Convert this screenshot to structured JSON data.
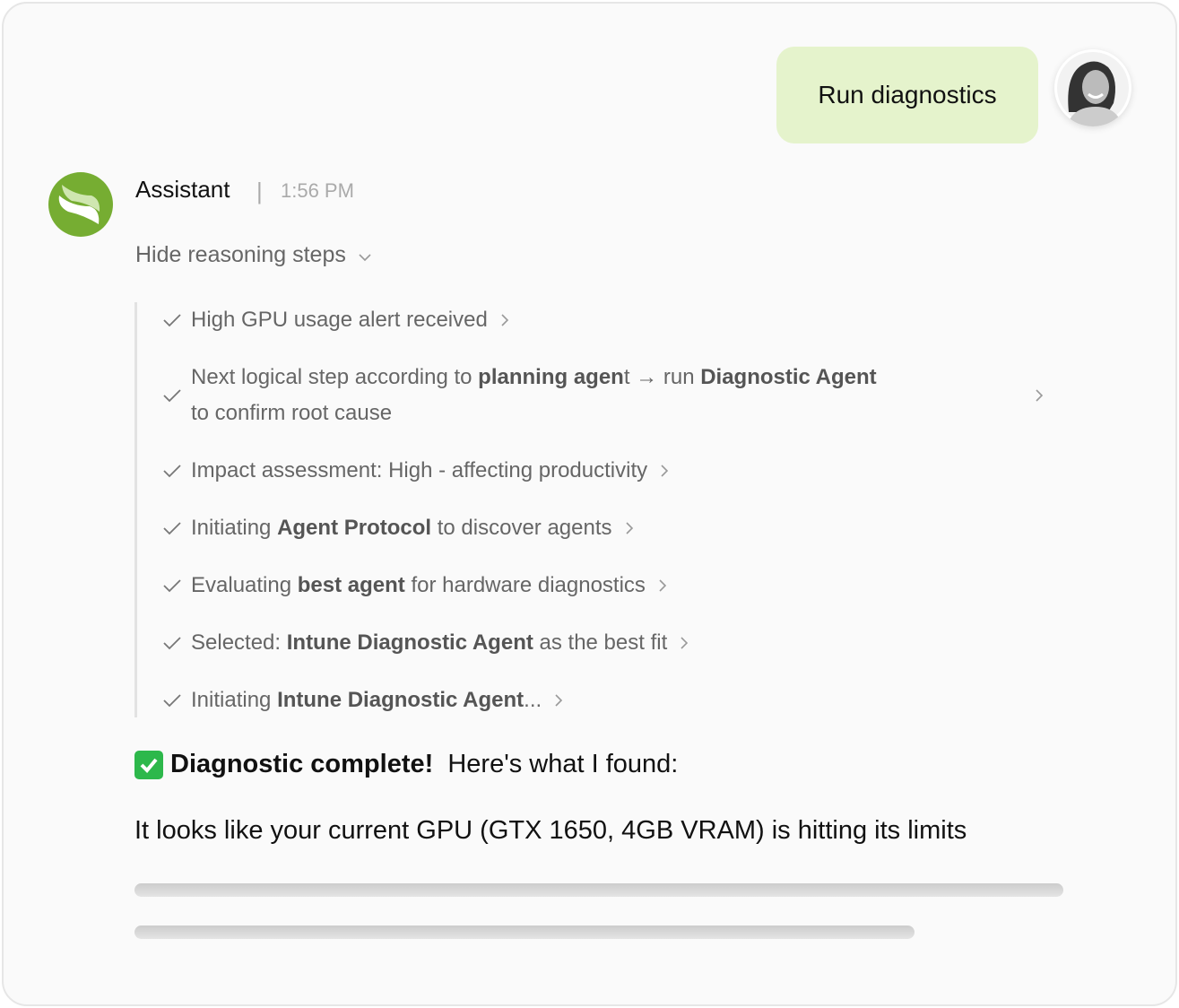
{
  "user_message": {
    "text": "Run diagnostics"
  },
  "assistant": {
    "name": "Assistant",
    "separator": "|",
    "time": "1:56 PM",
    "toggle_label": "Hide reasoning steps"
  },
  "steps": [
    {
      "parts": [
        {
          "t": "High GPU usage alert received",
          "b": false
        }
      ]
    },
    {
      "parts": [
        {
          "t": "Next logical step according to ",
          "b": false
        },
        {
          "t": "planning agen",
          "b": true
        },
        {
          "t": "t → run ",
          "b": false
        },
        {
          "t": "Diagnostic Agent",
          "b": true
        },
        {
          "t": "\nto confirm root cause",
          "b": false
        }
      ]
    },
    {
      "parts": [
        {
          "t": "Impact assessment: High - affecting productivity",
          "b": false
        }
      ]
    },
    {
      "parts": [
        {
          "t": "Initiating ",
          "b": false
        },
        {
          "t": "Agent Protocol",
          "b": true
        },
        {
          "t": " to discover agents",
          "b": false
        }
      ]
    },
    {
      "parts": [
        {
          "t": "Evaluating ",
          "b": false
        },
        {
          "t": "best agent",
          "b": true
        },
        {
          "t": " for hardware diagnostics",
          "b": false
        }
      ]
    },
    {
      "parts": [
        {
          "t": "Selected: ",
          "b": false
        },
        {
          "t": "Intune Diagnostic Agent",
          "b": true
        },
        {
          "t": " as the best fit",
          "b": false
        }
      ]
    },
    {
      "parts": [
        {
          "t": "Initiating ",
          "b": false
        },
        {
          "t": "Intune Diagnostic Agent",
          "b": true
        },
        {
          "t": "...",
          "b": false
        }
      ]
    }
  ],
  "result": {
    "headline_bold": "Diagnostic complete!",
    "headline_rest": " Here's what I found:",
    "body": "It looks like your current GPU (GTX 1650, 4GB VRAM) is hitting its limits"
  },
  "colors": {
    "brand": "#76ad32",
    "bubble": "#e5f3cc"
  }
}
